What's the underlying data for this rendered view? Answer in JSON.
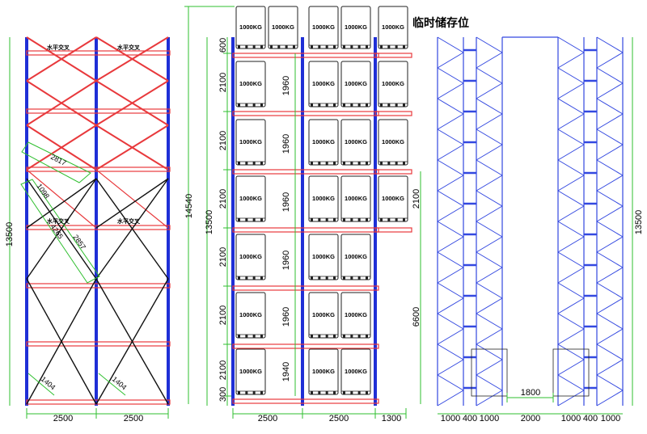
{
  "title": "临时储存位",
  "load_label": "1000KG",
  "brace_label": "水平交叉",
  "left_view": {
    "height_dim": "13500",
    "bay_widths": [
      "2500",
      "2500"
    ],
    "diag_dims": [
      "2817",
      "1098",
      "4265",
      "2857",
      "1404",
      "1404"
    ]
  },
  "middle_view": {
    "total_height": "14540",
    "height_dim": "13500",
    "level_dims": [
      "600",
      "2100",
      "2100",
      "2100",
      "2100",
      "2100",
      "2100",
      "300"
    ],
    "clear_dims": [
      "1960",
      "1960",
      "1960",
      "1960",
      "1960",
      "1940"
    ],
    "right_dims": [
      "2100",
      "6600"
    ],
    "bay_widths": [
      "2500",
      "2500",
      "1300"
    ]
  },
  "right_view": {
    "height_dim": "13500",
    "gap_dim": "1800",
    "widths": [
      "1000",
      "400",
      "1000",
      "2000",
      "1000",
      "400",
      "1000"
    ]
  },
  "colors": {
    "upright": "#1f2fd6",
    "beam": "#e8393c",
    "dim_line": "#2fbf2f",
    "brace": "#111111",
    "frame": "#3348e0"
  }
}
